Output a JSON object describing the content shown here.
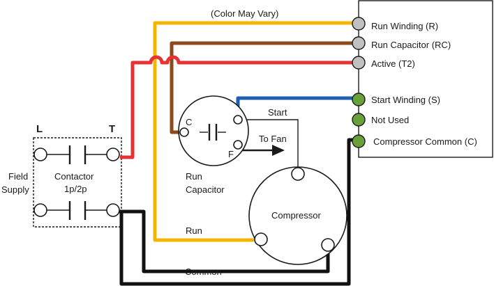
{
  "notes": {
    "color_may_vary": "(Color May Vary)"
  },
  "terminal_block": {
    "terminals": [
      {
        "label": "Run Winding  (R)",
        "color": "#c0c0c0"
      },
      {
        "label": "Run Capacitor  (RC)",
        "color": "#c0c0c0"
      },
      {
        "label": "Active  (T2)",
        "color": "#c0c0c0"
      },
      {
        "label": "Start Winding (S)",
        "color": "#6aa03a"
      },
      {
        "label": "Not Used",
        "color": "#6aa03a"
      },
      {
        "label": "Compressor Common (C)",
        "color": "#6aa03a"
      }
    ]
  },
  "contactor": {
    "label_l": "L",
    "label_t": "T",
    "field_supply_line1": "Field",
    "field_supply_line2": "Supply",
    "name_line1": "Contactor",
    "name_line2": "1p/2p"
  },
  "run_capacitor": {
    "terminal_c": "C",
    "terminal_f": "F",
    "name_line1": "Run",
    "name_line2": "Capacitor",
    "to_fan": "To Fan"
  },
  "compressor": {
    "name": "Compressor",
    "start_label": "Start",
    "run_label": "Run",
    "common_label": "Common"
  },
  "wire_colors": {
    "yellow": "#f5b400",
    "brown": "#8b4a1c",
    "red": "#e53333",
    "blue": "#1f5fb0",
    "black": "#111111"
  }
}
